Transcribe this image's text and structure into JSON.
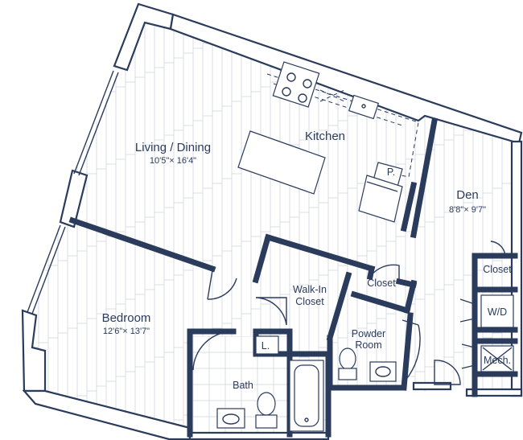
{
  "plan": {
    "rooms": [
      {
        "id": "living",
        "name": "Living / Dining",
        "dims": "10'5\"× 16'4\""
      },
      {
        "id": "kitchen",
        "name": "Kitchen"
      },
      {
        "id": "den",
        "name": "Den",
        "dims": "8'8\"× 9'7\""
      },
      {
        "id": "bedroom",
        "name": "Bedroom",
        "dims": "12'6\"× 13'7\""
      },
      {
        "id": "walkin",
        "name_line1": "Walk-In",
        "name_line2": "Closet"
      },
      {
        "id": "closet_mid",
        "name": "Closet"
      },
      {
        "id": "closet_den",
        "name": "Closet"
      },
      {
        "id": "powder",
        "name_line1": "Powder",
        "name_line2": "Room"
      },
      {
        "id": "bath",
        "name": "Bath"
      }
    ],
    "labels": {
      "pantry": "P.",
      "linen": "L.",
      "wd": "W/D",
      "mech": "Mech."
    },
    "colors": {
      "wall": "#2a3b5c",
      "floor_lines": "#d9dce3"
    }
  }
}
